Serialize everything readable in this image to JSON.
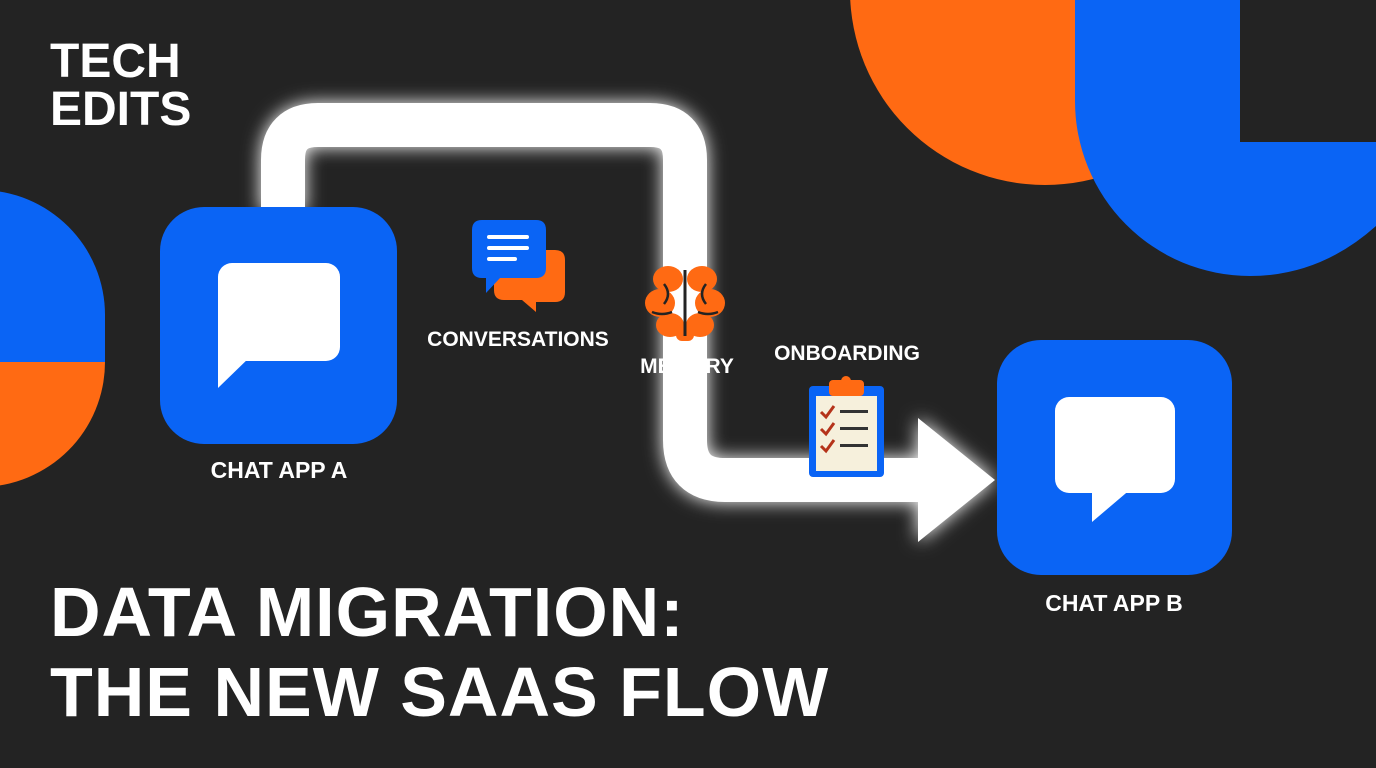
{
  "brand": {
    "line1": "TECH",
    "line2": "EDITS"
  },
  "nodes": {
    "source_app": "CHAT APP A",
    "target_app": "CHAT APP B"
  },
  "flow_items": {
    "conversations": "CONVERSATIONS",
    "memory": "MEMORY",
    "onboarding": "ONBOARDING"
  },
  "headline": {
    "line1": "DATA MIGRATION:",
    "line2": "THE NEW SAAS FLOW"
  },
  "icons": {
    "app_icon": "chat-bubble-icon",
    "conversations": "chat-bubbles-icon",
    "memory": "brain-icon",
    "onboarding": "clipboard-checklist-icon"
  },
  "colors": {
    "background": "#232323",
    "accent_blue": "#0a64f5",
    "accent_orange": "#ff6a13",
    "text": "#ffffff"
  }
}
